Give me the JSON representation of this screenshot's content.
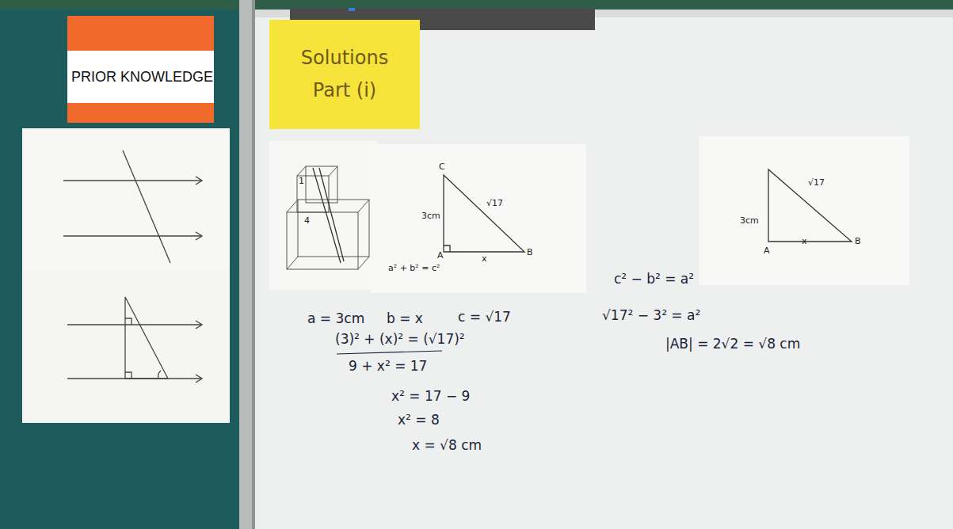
{
  "diagram": {
    "nodes": [
      {
        "text": [
          "PRIOR KNOWLEDGE"
        ]
      },
      {
        "text": [
          "Solutions Part (i)"
        ]
      },
      {
        "text": [
          "C",
          "√17",
          "3cm",
          "A",
          "x",
          "B",
          "a² + b² = c²"
        ]
      },
      {
        "text": [
          "3cm",
          "√17",
          "A",
          "x",
          "B"
        ]
      }
    ],
    "labels": [
      "1",
      "4",
      "a = 3cm",
      "b = x",
      "c = √17",
      "(3)² + (x)² = (√17)²",
      "9 + x² = 17",
      "x² = 17 − 9",
      "x² = 8",
      "x = √8 cm",
      "c² − b² = a²",
      "√17² − 3² = a²",
      "|AB| = 2√2 = √8 cm"
    ]
  }
}
